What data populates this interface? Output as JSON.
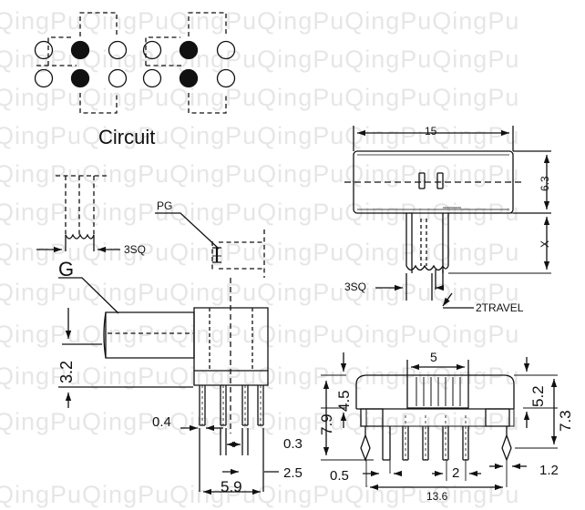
{
  "watermark": {
    "text": "QingPu",
    "rows": [
      "QingPuQingPuQingPuQingPuQingPuQingPu",
      "QingPuQingPuQingPuQingPuQingPuQingPu",
      "QingPuQingPuQingPuQingPuQingPuQingPu",
      "QingPuQingPuQingPuQingPuQingPuQingPu",
      "QingPuQingPuQingPuQingPuQingPuQingPu",
      "QingPuQingPuQingPuQingPuQingPuQingPu",
      "QingPuQingPuQingPuQingPuQingPuQingPu",
      "QingPuQingPuQingPuQingPuQingPuQingPu",
      "QingPuQingPuQingPuQingPuQingPuQingPu",
      "QingPuQingPuQingPuQingPuQingPuQingPu",
      "QingPuQingPuQingPuQingPuQingPuQingPu",
      "QingPuQingPuQingPuQingPuQingPuQingPu"
    ]
  },
  "circuit": {
    "title": "Circuit"
  },
  "labels": {
    "pg": "PG",
    "g": "G",
    "sq_left": "3SQ",
    "sq_right": "3SQ",
    "travel": "2TRAVEL",
    "x": "X"
  },
  "dimensions": {
    "width_15": "15",
    "height_6_3": "6.3",
    "height_3_2": "3.2",
    "pin_0_4": "0.4",
    "pin_0_3": "0.3",
    "pitch_2_5": "2.5",
    "width_5_9": "5.9",
    "top_5": "5",
    "h_7_9": "7.9",
    "h_4_5": "4.5",
    "h_5_2": "5.2",
    "h_7_3": "7.3",
    "pin_0_5": "0.5",
    "pitch_2": "2",
    "side_1_2": "1.2",
    "total_13_6": "13.6"
  }
}
